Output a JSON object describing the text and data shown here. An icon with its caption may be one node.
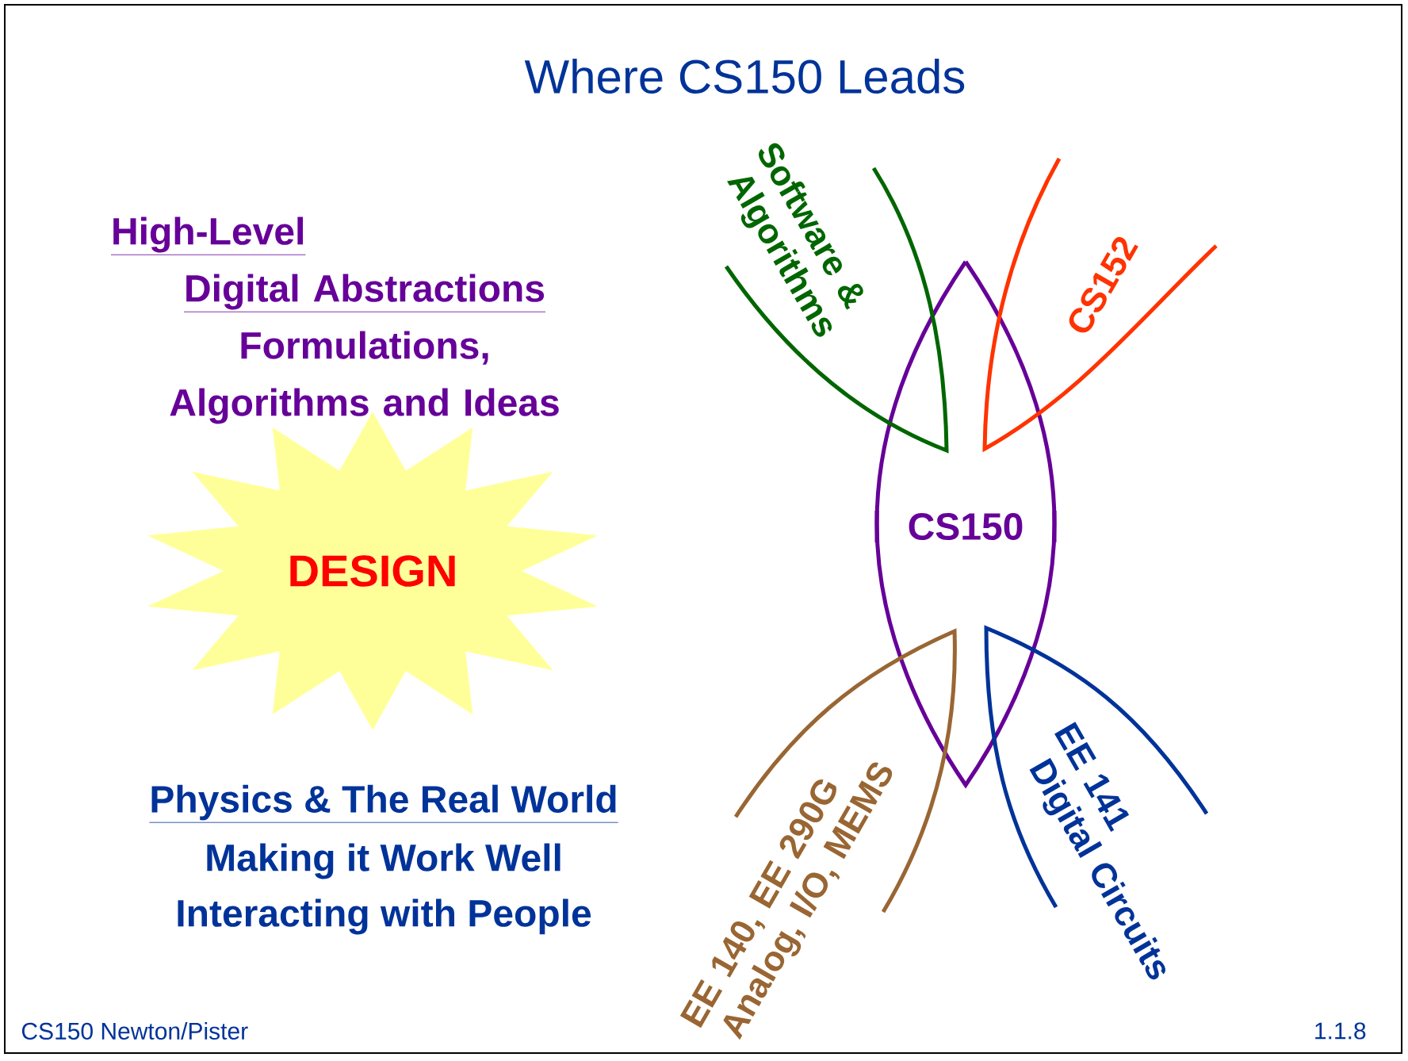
{
  "diagram": {
    "title": "Where CS150 Leads",
    "nodes": [
      {
        "text": [
          "CS150"
        ]
      },
      {
        "text": [
          "Software & Algorithms"
        ]
      },
      {
        "text": [
          "CS152"
        ]
      },
      {
        "text": [
          "EE 140, EE 290G Analog, I/O, MEMS"
        ]
      },
      {
        "text": [
          "EE 141 Digital Circuits"
        ]
      },
      {
        "text": [
          "DESIGN"
        ]
      }
    ],
    "labels": [
      "High-Level Digital Abstractions",
      "Formulations, Algorithms and Ideas",
      "Physics & The Real World",
      "Making it Work Well",
      "Interacting with People",
      "CS150 Newton/Pister",
      "1.1.8"
    ]
  }
}
